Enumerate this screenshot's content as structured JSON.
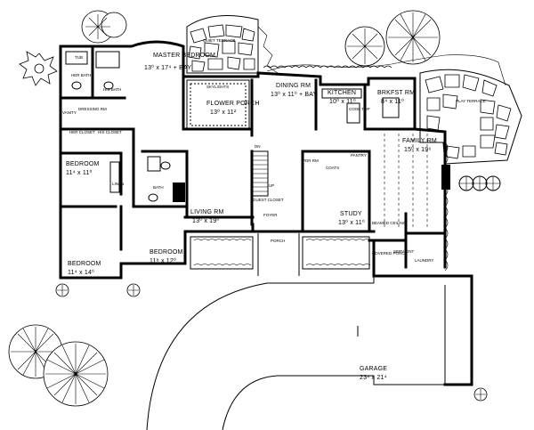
{
  "plan": {
    "rooms": {
      "master_bedroom": {
        "name": "MASTER BEDROOM",
        "size": "13⁰ x 17⁴ + BAY"
      },
      "dining_rm": {
        "name": "DINING RM",
        "size": "13⁰ x 11⁰ + BAY"
      },
      "kitchen": {
        "name": "KITCHEN",
        "size": "10⁰ x 11⁰"
      },
      "brkfst_rm": {
        "name": "BRKFST RM",
        "size": "8⁴ x 11⁰"
      },
      "flower_porch": {
        "name": "FLOWER PORCH",
        "size": "13⁰ x 11²"
      },
      "family_rm": {
        "name": "FAMILY RM",
        "size": "15⁰ x 19⁶"
      },
      "bedroom_1": {
        "name": "BEDROOM",
        "size": "11⁴ x 11⁰"
      },
      "bedroom_2": {
        "name": "BEDROOM",
        "size": "11⁴ x 14⁰"
      },
      "bedroom_3": {
        "name": "BEDROOM",
        "size": "11⁸ x 12⁰"
      },
      "living_rm": {
        "name": "LIVING RM",
        "size": "13⁰ x 19⁰"
      },
      "study": {
        "name": "STUDY",
        "size": "13⁰ x 11⁰"
      },
      "garage": {
        "name": "GARAGE",
        "size": "23⁴ x 21⁴"
      }
    },
    "labels": {
      "quiet_terrace": "QUIET TERRACE",
      "play_terrace": "PLAY TERRACE",
      "dressing_rm": "DRESSING RM",
      "her_bath": "HER BATH",
      "his_bath": "HIS BATH",
      "her_closet": "HER CLOSET",
      "his_closet": "HIS CLOSET",
      "bath": "BATH",
      "foyer": "FOYER",
      "porch": "PORCH",
      "laundry": "LAUNDRY",
      "serv_ent": "SERV. ENT",
      "covered_porch": "COVERED PORCH",
      "pdr_rm": "PDR RM",
      "pantry": "PANTRY",
      "linen": "LINEN",
      "skylights": "SKYLIGHTS",
      "tub": "TUB",
      "vanity": "VANITY",
      "dn": "DN",
      "up": "UP",
      "cook_top": "COOK TOP",
      "beamed_ceiling": "BEAMED CEILING",
      "coats": "COATS",
      "guest_closet": "GUEST CLOSET"
    }
  }
}
